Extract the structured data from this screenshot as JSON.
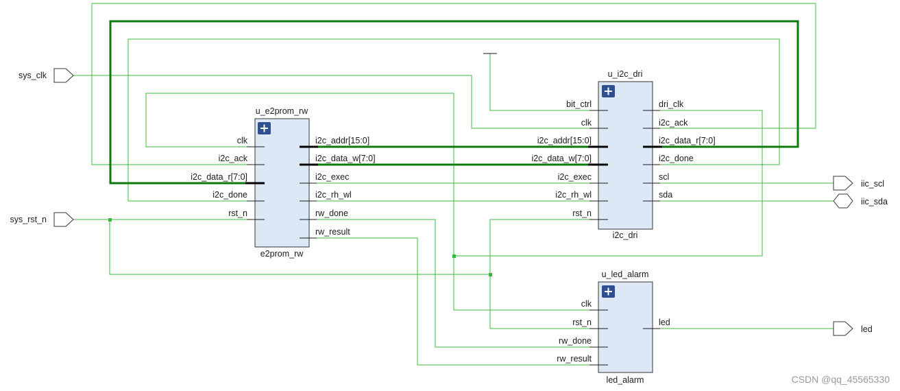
{
  "ports": {
    "sys_clk": "sys_clk",
    "sys_rst_n": "sys_rst_n",
    "iic_scl": "iic_scl",
    "iic_sda": "iic_sda",
    "led": "led"
  },
  "e2prom": {
    "instance": "u_e2prom_rw",
    "module": "e2prom_rw",
    "in": {
      "clk": "clk",
      "i2c_ack": "i2c_ack",
      "i2c_data_r": "i2c_data_r[7:0]",
      "i2c_done": "i2c_done",
      "rst_n": "rst_n"
    },
    "out": {
      "i2c_addr": "i2c_addr[15:0]",
      "i2c_data_w": "i2c_data_w[7:0]",
      "i2c_exec": "i2c_exec",
      "i2c_rh_wl": "i2c_rh_wl",
      "rw_done": "rw_done",
      "rw_result": "rw_result"
    }
  },
  "i2c": {
    "instance": "u_i2c_dri",
    "module": "i2c_dri",
    "in": {
      "bit_ctrl": "bit_ctrl",
      "clk": "clk",
      "i2c_addr": "i2c_addr[15:0]",
      "i2c_data_w": "i2c_data_w[7:0]",
      "i2c_exec": "i2c_exec",
      "i2c_rh_wl": "i2c_rh_wl",
      "rst_n": "rst_n"
    },
    "out": {
      "dri_clk": "dri_clk",
      "i2c_ack": "i2c_ack",
      "i2c_data_r": "i2c_data_r[7:0]",
      "i2c_done": "i2c_done",
      "scl": "scl",
      "sda": "sda"
    }
  },
  "led_alarm": {
    "instance": "u_led_alarm",
    "module": "led_alarm",
    "in": {
      "clk": "clk",
      "rst_n": "rst_n",
      "rw_done": "rw_done",
      "rw_result": "rw_result"
    },
    "out": {
      "led": "led"
    }
  },
  "watermark": "CSDN @qq_45565330",
  "colors": {
    "wire": "#3cb83c",
    "bus": "#0e7a0e",
    "block_fill": "#dde8f7",
    "plus_box": "#2f4f8f"
  },
  "icons": {
    "expand": "plus-icon"
  }
}
